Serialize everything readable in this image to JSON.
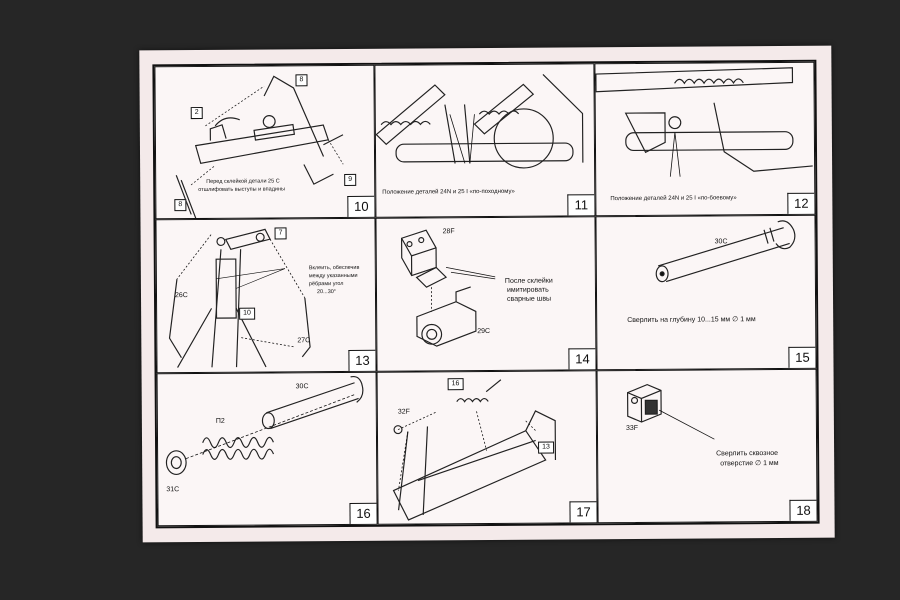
{
  "panels": [
    {
      "num": "10",
      "parts": [
        "2",
        "8",
        "8",
        "9"
      ],
      "captions": [
        "Перед склейкой детали 25 С",
        "отшлифовать выступы и впадины"
      ]
    },
    {
      "num": "11",
      "captions": [
        "Положение деталей 24N и 25 I «по-походному»"
      ]
    },
    {
      "num": "12",
      "captions": [
        "Положение деталей 24N и 25 I «по-боевому»"
      ]
    },
    {
      "num": "13",
      "parts": [
        "7",
        "26C",
        "10",
        "27C"
      ],
      "captions": [
        "Вклеить, обеспечив",
        "между указанными",
        "рёбрами угол",
        "20...30°"
      ]
    },
    {
      "num": "14",
      "parts": [
        "28F",
        "29C"
      ],
      "captions": [
        "После склейки",
        "имитировать",
        "сварные швы"
      ]
    },
    {
      "num": "15",
      "parts": [
        "30C"
      ],
      "captions": [
        "Сверлить на глубину 10...15 мм ∅ 1 мм"
      ]
    },
    {
      "num": "16",
      "parts": [
        "30C",
        "П2",
        "31C"
      ]
    },
    {
      "num": "17",
      "parts": [
        "16",
        "32F",
        "13"
      ]
    },
    {
      "num": "18",
      "parts": [
        "33F"
      ],
      "captions": [
        "Сверлить сквозное",
        "отверстие ∅ 1 мм"
      ]
    }
  ]
}
